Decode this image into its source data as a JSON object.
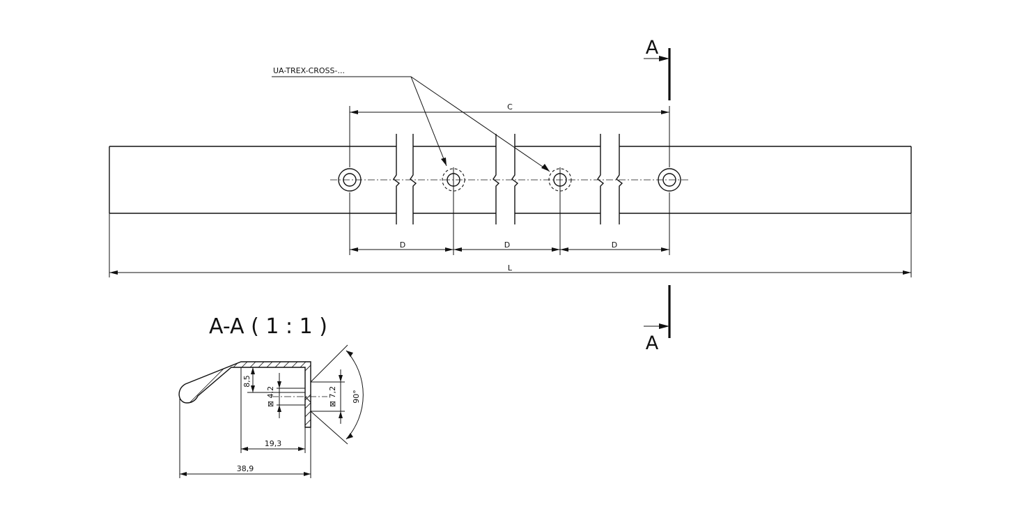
{
  "leader": {
    "label": "UA-TREX-CROSS-..."
  },
  "section_marker": {
    "top_letter": "A",
    "bottom_letter": "A"
  },
  "dimensions": {
    "c": "C",
    "d1": "D",
    "d2": "D",
    "d3": "D",
    "l": "L"
  },
  "section_view": {
    "title": "A-A ( 1 : 1 )",
    "dim_height": "8,5",
    "dim_hole": "⊠ 4,2",
    "dim_head": "⊠ 7,2",
    "dim_angle": "90°",
    "dim_inner_width": "19,3",
    "dim_total_width": "38,9"
  }
}
